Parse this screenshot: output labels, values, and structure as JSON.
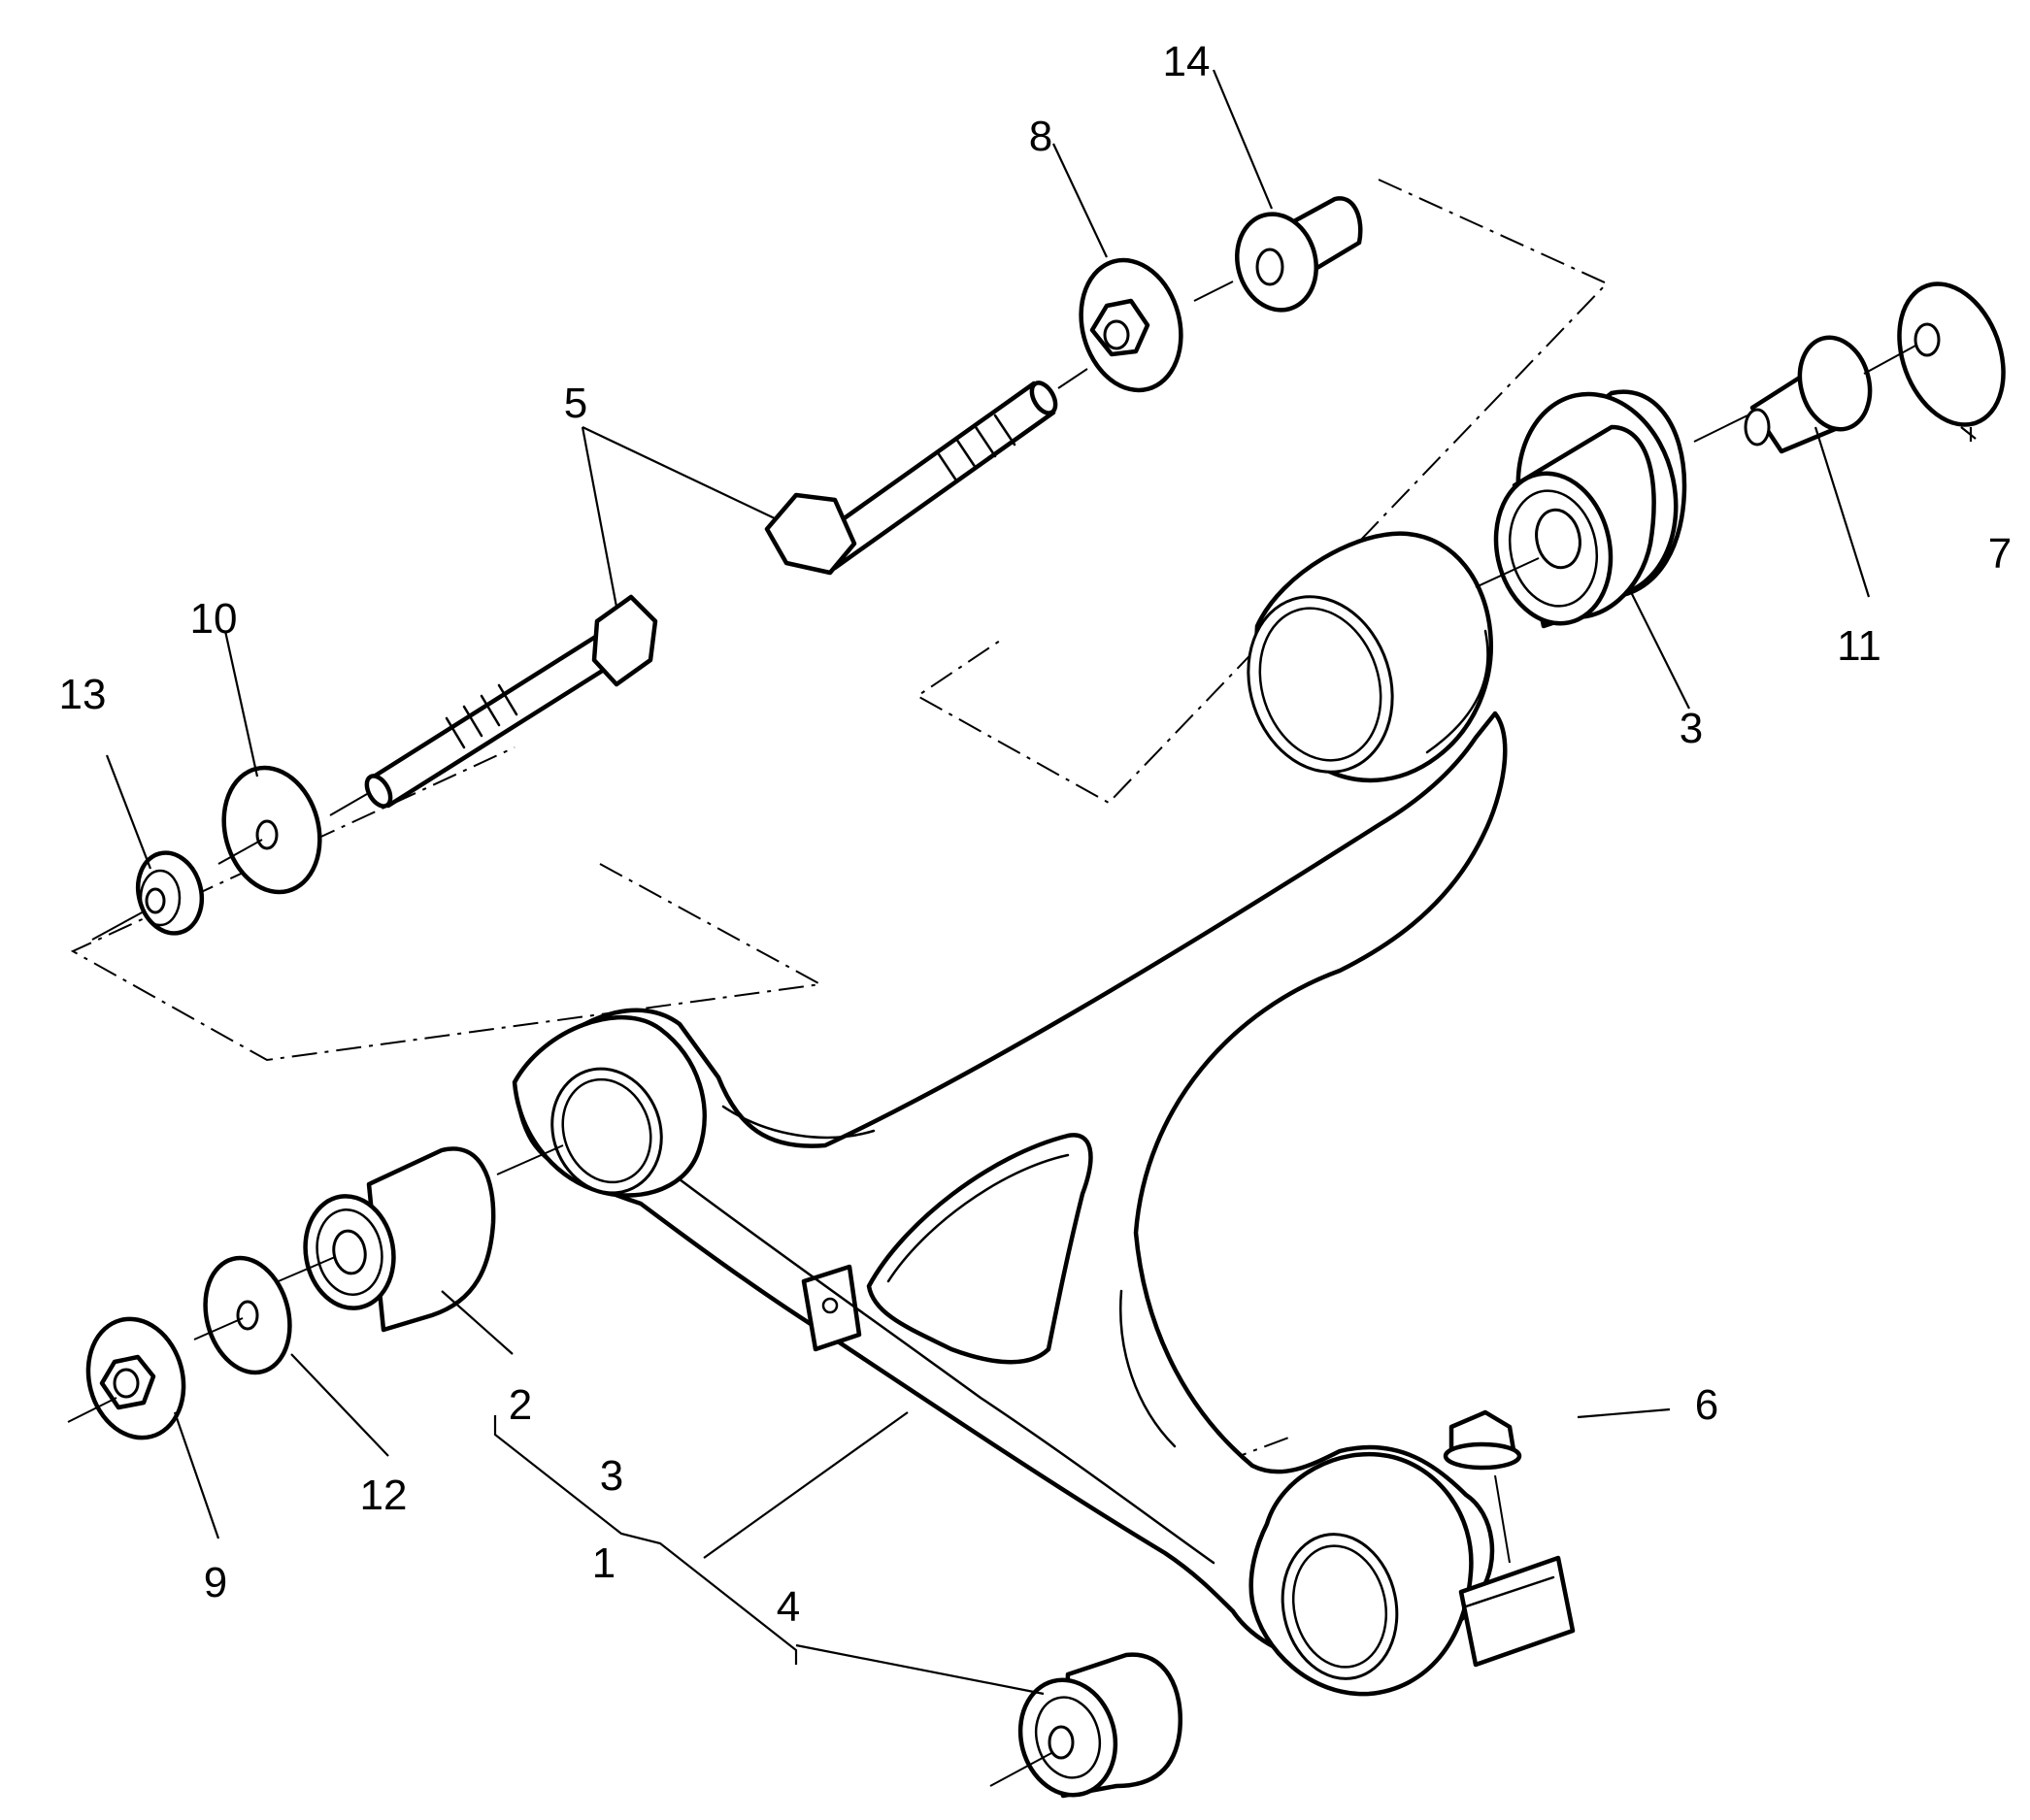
{
  "callouts": {
    "c1": "1",
    "c2": "2",
    "c3a": "3",
    "c3b": "3",
    "c4": "4",
    "c5": "5",
    "c6": "6",
    "c7": "7",
    "c8": "8",
    "c9": "9",
    "c10": "10",
    "c11": "11",
    "c12": "12",
    "c13": "13",
    "c14": "14"
  },
  "colors": {
    "line": "#000000",
    "background": "#ffffff"
  }
}
